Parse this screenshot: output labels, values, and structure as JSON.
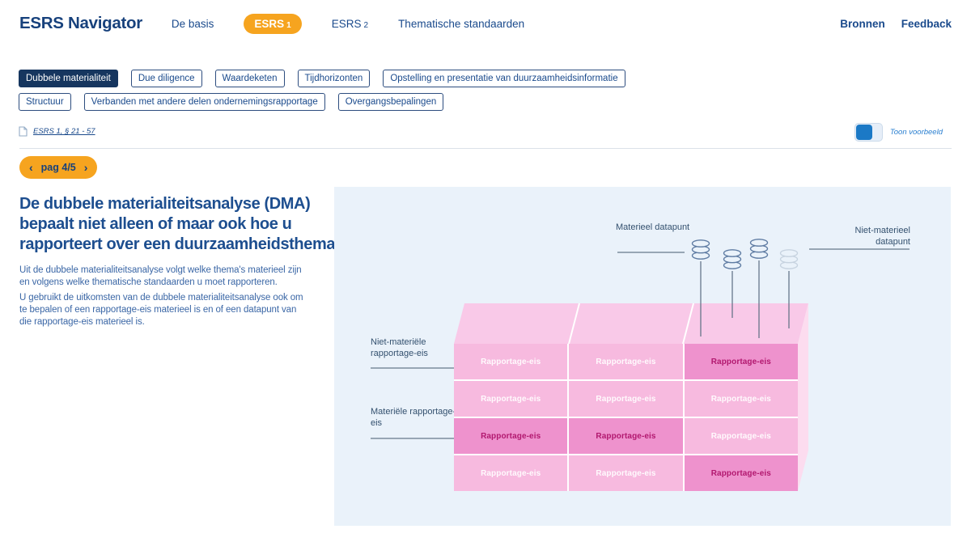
{
  "header": {
    "logo": "ESRS Navigator",
    "nav": [
      {
        "label": "De basis",
        "sub": "",
        "active": false
      },
      {
        "label": "ESRS",
        "sub": "1",
        "active": true
      },
      {
        "label": "ESRS",
        "sub": "2",
        "active": false
      },
      {
        "label": "Thematische standaarden",
        "sub": "",
        "active": false
      }
    ],
    "right_links": [
      "Bronnen",
      "Feedback"
    ]
  },
  "filters": {
    "chips": [
      {
        "label": "Dubbele materialiteit",
        "selected": true
      },
      {
        "label": "Due diligence",
        "selected": false
      },
      {
        "label": "Waardeketen",
        "selected": false
      },
      {
        "label": "Tijdhorizonten",
        "selected": false
      },
      {
        "label": "Opstelling en presentatie van duurzaamheidsinformatie",
        "selected": false
      },
      {
        "label": "Structuur",
        "selected": false
      },
      {
        "label": "Verbanden met andere delen ondernemingsrapportage",
        "selected": false
      },
      {
        "label": "Overgangsbepalingen",
        "selected": false
      }
    ]
  },
  "reference": {
    "link_label": "ESRS 1, § 21 - 57"
  },
  "preview_toggle": {
    "label": "Toon voorbeeld",
    "on": true
  },
  "pagination": {
    "prev": "‹",
    "label": "pag 4/5",
    "next": "›"
  },
  "article": {
    "title_lines": [
      [
        {
          "t": "De dubbele materialiteitsanalyse (DMA)",
          "b": false
        }
      ],
      [
        {
          "t": "bepaalt niet alleen ",
          "b": false
        },
        {
          "t": "of",
          "b": true
        },
        {
          "t": " maar ook ",
          "b": false
        },
        {
          "t": "hoe",
          "b": true
        },
        {
          "t": " u",
          "b": false
        }
      ],
      [
        {
          "t": "rapporteert over een duurzaamheidsthema",
          "b": false
        }
      ]
    ],
    "paragraphs": [
      "Uit de dubbele materialiteitsanalyse volgt welke thema's materieel zijn en volgens welke thematische standaarden u moet rapporteren.",
      "U gebruikt de uitkomsten van de dubbele materialiteitsanalyse ook om te bepalen of een rapportage-eis materieel is en of een datapunt van die rapportage-eis materieel is."
    ]
  },
  "diagram": {
    "labels": {
      "material_datapoint": "Materieel datapunt",
      "non_material_datapoint": "Niet-materieel datapunt",
      "non_material_requirement": "Niet-materiële rapportage-eis",
      "material_requirement": "Materiële rapportage-eis"
    },
    "datapoints": [
      {
        "material": true
      },
      {
        "material": true
      },
      {
        "material": true
      },
      {
        "material": false
      }
    ],
    "grid": {
      "cell_label": "Rapportage-eis",
      "rows": [
        [
          "light",
          "light",
          "highlight"
        ],
        [
          "light",
          "light",
          "light"
        ],
        [
          "highlight",
          "highlight",
          "light"
        ],
        [
          "light",
          "light",
          "highlight"
        ]
      ]
    }
  },
  "colors": {
    "brand_navy": "#1a4a8c",
    "chip_selected": "#16365f",
    "accent_orange": "#f6a41f",
    "toggle_blue": "#1b79c6",
    "panel_bg": "#eaf2fa",
    "pink_cell": "#f7badf",
    "pink_highlight": "#ee92cd",
    "pink_top_face": "#f9c9e8",
    "pink_side_face": "#fcdcef",
    "highlight_text": "#b2186f"
  }
}
